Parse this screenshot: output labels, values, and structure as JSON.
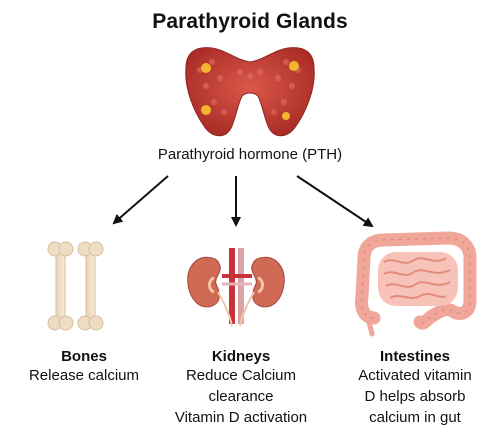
{
  "title": "Parathyroid Glands",
  "hormone": "Parathyroid hormone (PTH)",
  "organs": [
    {
      "name": "Bones",
      "lines": [
        "Release calcium"
      ]
    },
    {
      "name": "Kidneys",
      "lines": [
        "Reduce Calcium",
        "clearance",
        "Vitamin D activation"
      ]
    },
    {
      "name": "Intestines",
      "lines": [
        "Activated vitamin",
        "D helps absorb",
        "calcium in gut"
      ]
    }
  ],
  "colors": {
    "thyroid": "#c8412f",
    "gland_spot": "#f2b52e",
    "bone": "#eedcc3",
    "kidney": "#d06a55",
    "intestine": "#f0a79a"
  }
}
